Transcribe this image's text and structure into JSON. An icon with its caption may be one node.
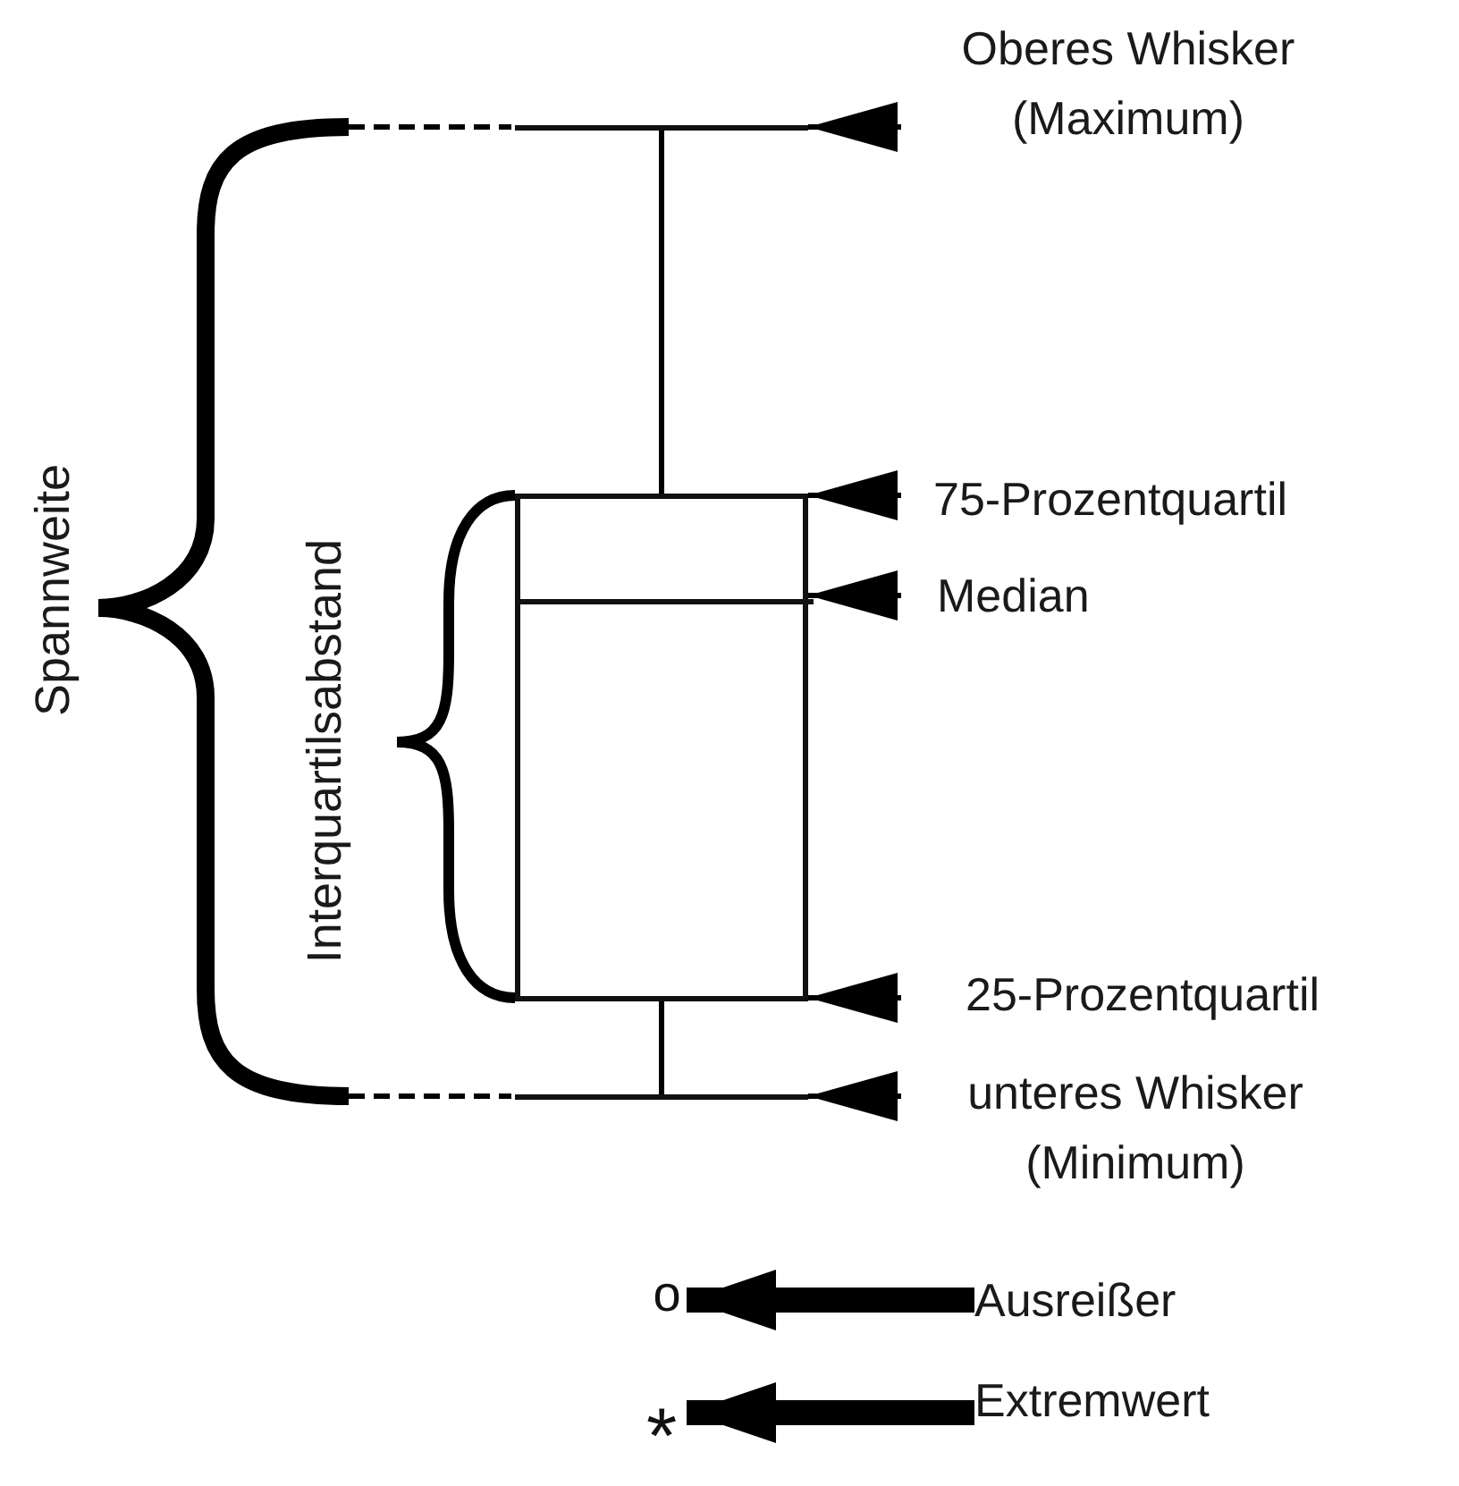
{
  "diagram": {
    "nodes": [
      {
        "text": [
          "Oberes Whisker (Maximum)"
        ]
      },
      {
        "text": [],
        "shape": "bar"
      },
      {
        "text": [
          "75-Prozentquartil"
        ]
      },
      {
        "text": [],
        "shape": "box"
      },
      {
        "text": [
          "Median"
        ]
      },
      {
        "text": [],
        "shape": "bar",
        "in": 3
      },
      {
        "text": [
          "25-Prozentquartil"
        ]
      },
      {
        "text": [
          "unteres Whisker (Minimum)"
        ]
      },
      {
        "text": [],
        "shape": "bar"
      },
      {
        "text": [
          "o"
        ]
      },
      {
        "text": [
          "Ausreißer"
        ]
      },
      {
        "text": [
          "*"
        ]
      },
      {
        "text": [
          "Extremwert"
        ]
      }
    ],
    "edges": [
      {
        "from": 0,
        "to": 1,
        "arrow": "to"
      },
      {
        "from": 1,
        "to": 3,
        "arrow": "none"
      },
      {
        "from": 2,
        "to": 3,
        "arrow": "to"
      },
      {
        "from": 4,
        "to": 5,
        "arrow": "to"
      },
      {
        "from": 6,
        "to": 3,
        "arrow": "to"
      },
      {
        "from": 3,
        "to": 8,
        "arrow": "none"
      },
      {
        "from": 7,
        "to": 8,
        "arrow": "to"
      },
      {
        "from": 10,
        "to": 9,
        "arrow": "to",
        "style": "thick"
      },
      {
        "from": 12,
        "to": 11,
        "arrow": "to",
        "style": "thick"
      }
    ],
    "labels": [
      "Spannweite",
      "Interquartilsabstand"
    ]
  }
}
